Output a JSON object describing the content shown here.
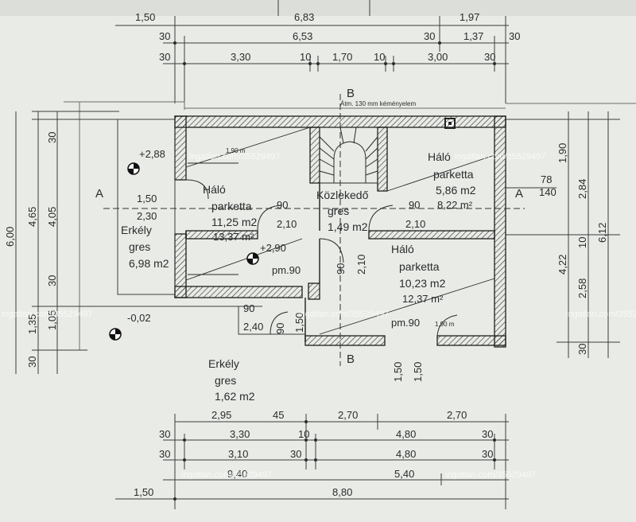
{
  "dims_top": {
    "r1": [
      "1,50",
      "6,83",
      "1,97"
    ],
    "r2": [
      "30",
      "6,53",
      "30",
      "1,37",
      "30"
    ],
    "r3": [
      "30",
      "3,30",
      "10",
      "1,70",
      "10",
      "3,00",
      "30"
    ]
  },
  "dims_bottom": {
    "r1": [
      "2,95",
      "45",
      "2,70",
      "2,70"
    ],
    "r2": [
      "30",
      "3,30",
      "10",
      "4,80",
      "30"
    ],
    "r3": [
      "30",
      "3,10",
      "30",
      "4,80",
      "30"
    ],
    "r4": [
      "9,40",
      "5,40"
    ],
    "r5": [
      "1,50",
      "8,80"
    ]
  },
  "dims_left": [
    "30",
    "4,65",
    "4,05",
    "30",
    "1,35",
    "1,05",
    "30",
    "6,00"
  ],
  "dims_right": [
    "1,90",
    "2,84",
    "6,12",
    "10",
    "4,22",
    "2,58",
    "30"
  ],
  "sections": {
    "a": "A",
    "b": "B"
  },
  "note_top": "Átm. 130 mm kéményelem",
  "elevations": [
    "+2,88",
    "+2,90",
    "-0,02"
  ],
  "small": [
    "1,90 m",
    "90",
    "2,10",
    "90",
    "2,10",
    "90",
    "2,10",
    "90",
    "2,40",
    "90",
    "1,50",
    "1,50",
    "1,50",
    "78",
    "140",
    "1,90 m",
    "1,50",
    "2,30"
  ],
  "rooms": {
    "halo1": {
      "name": "Háló",
      "floor": "parketta",
      "area": "11,25 m2",
      "area2": "13,37 m²"
    },
    "erkely1": {
      "name": "Erkély",
      "floor": "gres",
      "area": "6,98 m2"
    },
    "kozl": {
      "name": "Közlekedő",
      "floor": "gres",
      "area": "1,49 m2"
    },
    "halo2": {
      "name": "Háló",
      "floor": "parketta",
      "area": "5,86 m2",
      "area2": "8,22 m²"
    },
    "halo3": {
      "name": "Háló",
      "floor": "parketta",
      "area": "10,23 m2",
      "area2": "12,37 m²"
    },
    "erkely2": {
      "name": "Erkély",
      "floor": "gres",
      "area": "1,62 m2"
    }
  },
  "pm": [
    "pm.90",
    "pm.90"
  ],
  "watermark": "ingatlan.com/35529497"
}
